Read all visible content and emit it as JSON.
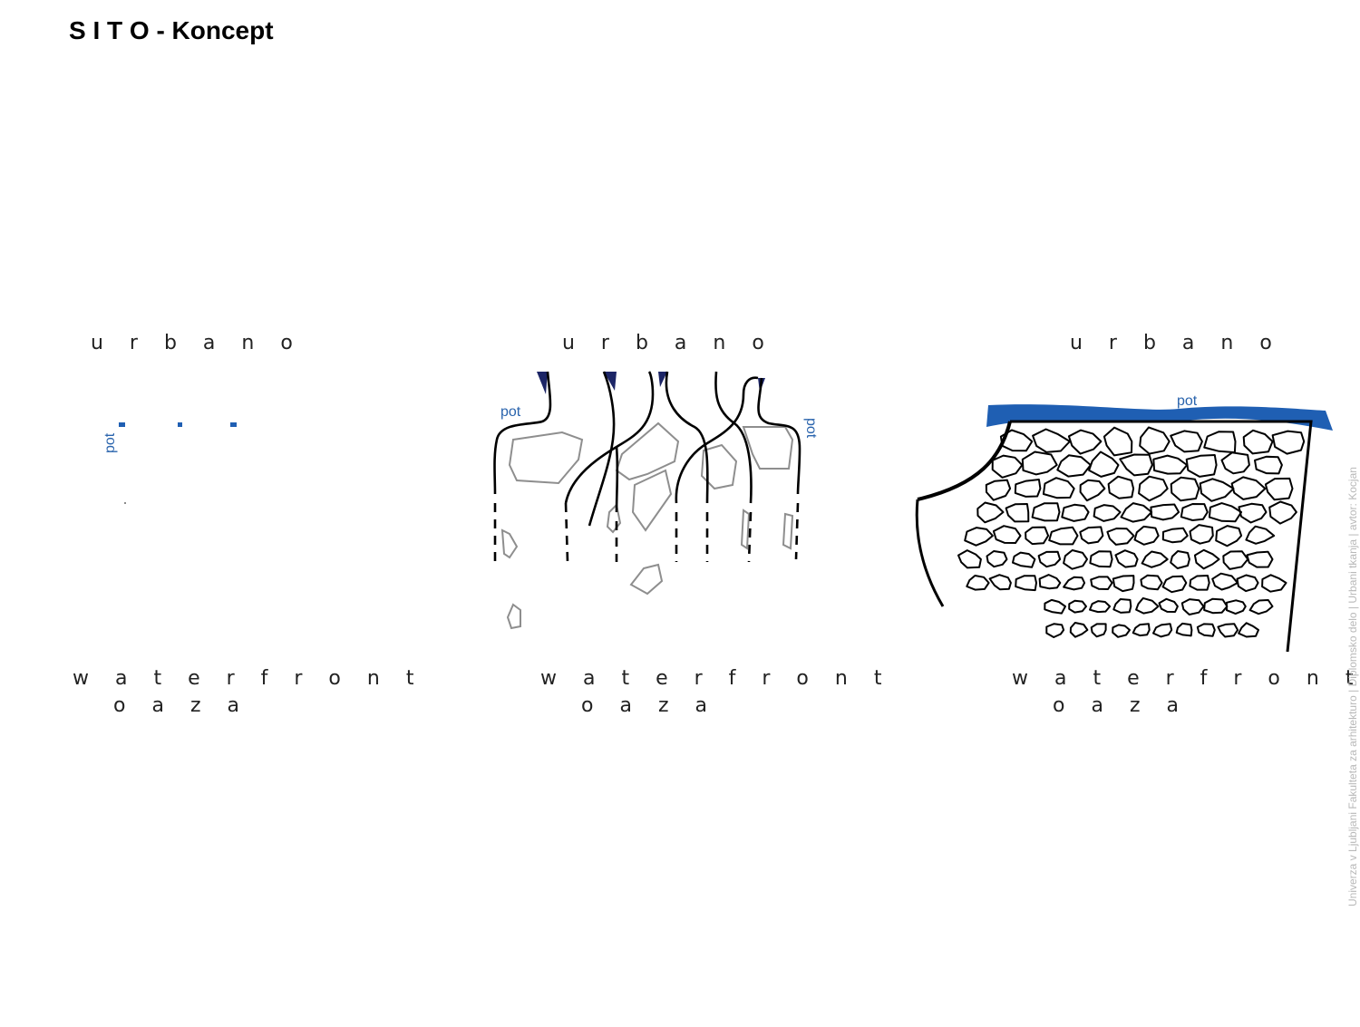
{
  "page": {
    "title": "S I T O - Koncept"
  },
  "panels": [
    {
      "top_label": "u r b a n o",
      "bottom_label_1": "w a t e r f r o n t",
      "bottom_label_2": "o a z a",
      "path_label": "pot"
    },
    {
      "top_label": "u r b a n o",
      "bottom_label_1": "w a t e r f r o n t",
      "bottom_label_2": "o a z a",
      "path_label_left": "pot",
      "path_label_right": "pot"
    },
    {
      "top_label": "u r b a n o",
      "bottom_label_1": "w a t e r f r o n t",
      "bottom_label_2": "o a z a",
      "path_label": "pot"
    }
  ],
  "side_text": "Univerza v Ljubljani Fakulteta za arhitekturo | Diplomsko delo | Urbani tkanja | avtor: Kocjan",
  "colors": {
    "accent_blue": "#1f5fb3",
    "dark_navy": "#1c2566",
    "outline_gray": "#8e8e8e",
    "ink": "#000000"
  }
}
